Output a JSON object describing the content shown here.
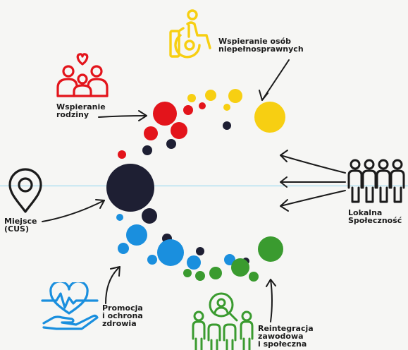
{
  "colors": {
    "red": "#e3141b",
    "yellow": "#f7cf12",
    "navy": "#1e1f33",
    "blue": "#1a8fde",
    "green": "#3a9b2f",
    "ink": "#1b1b1b",
    "guide_line": "#8ad4ee"
  },
  "labels": {
    "disabled": [
      "Wspieranie osób",
      "niepełnosprawnych"
    ],
    "family": [
      "Wspieranie",
      "rodziny"
    ],
    "place": [
      "Miejsce",
      "(CUS)"
    ],
    "community": [
      "Lokalna",
      "Społeczność"
    ],
    "health": [
      "Promocja",
      "i ochrona",
      "zdrowia"
    ],
    "reintegration": [
      "Reintegracja",
      "zawodowa",
      "i społeczna"
    ]
  },
  "icons": {
    "disabled": "wheelchair-user-icon",
    "family": "family-heart-icon",
    "place": "location-pin-icon",
    "community": "community-people-icon",
    "health": "heartbeat-hand-icon",
    "reintegration": "people-magnifier-icon"
  }
}
